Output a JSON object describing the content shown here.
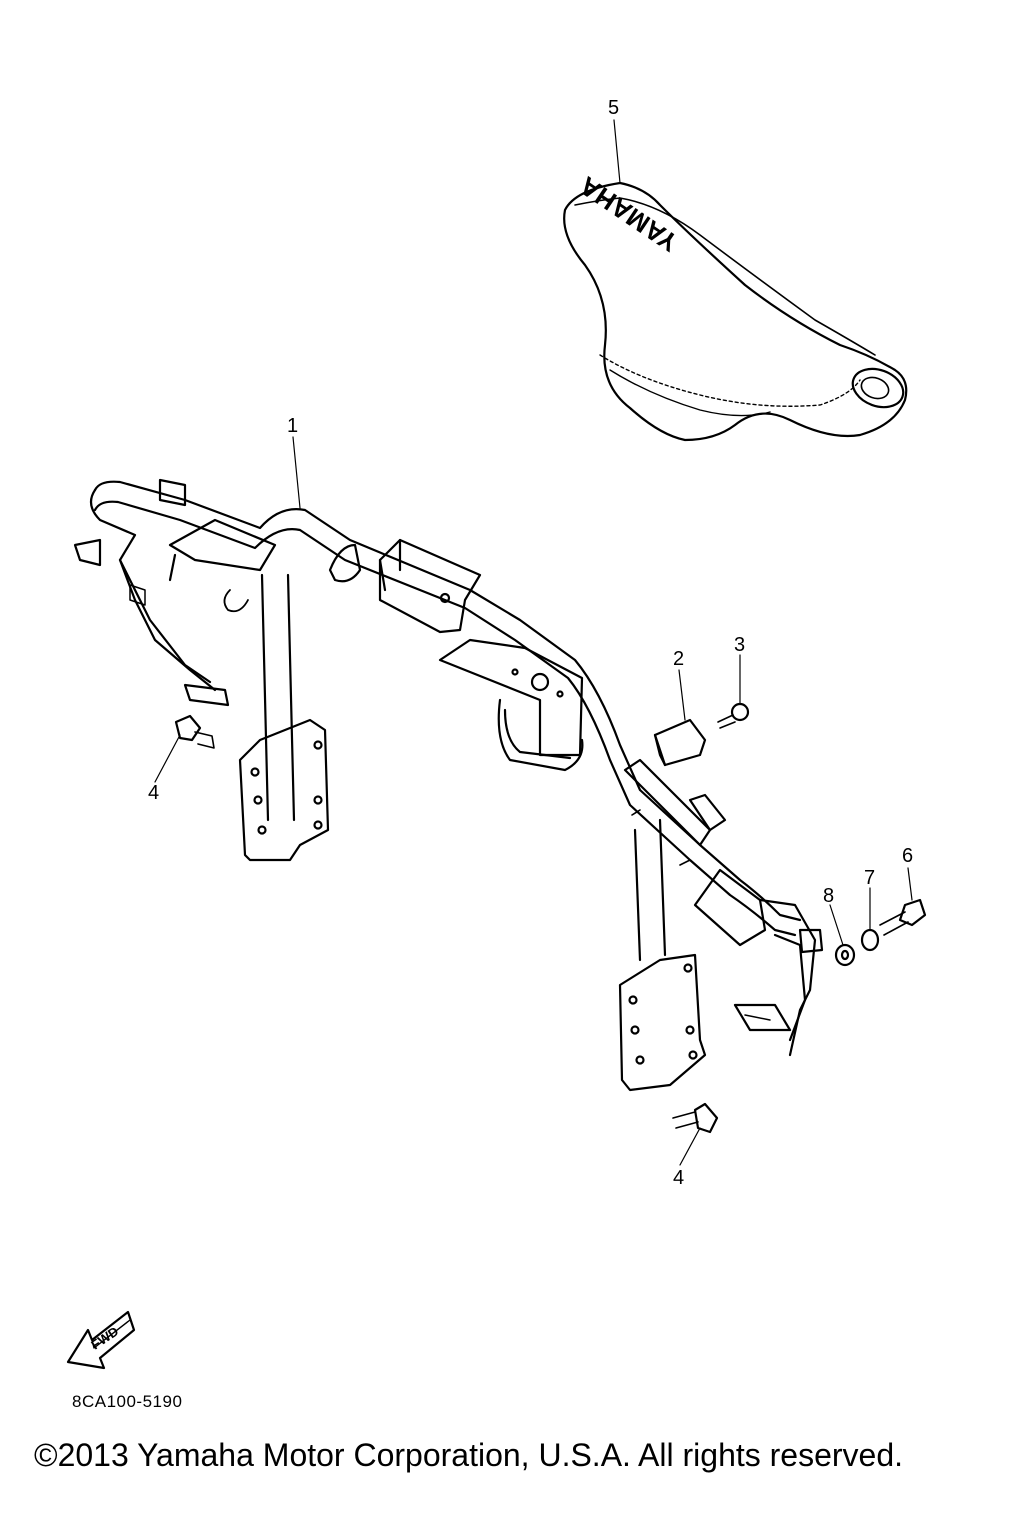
{
  "callouts": {
    "c1": "1",
    "c2": "2",
    "c3": "3",
    "c4a": "4",
    "c4b": "4",
    "c5": "5",
    "c6": "6",
    "c7": "7",
    "c8": "8"
  },
  "seat_logo": "YAMAHA",
  "fwd_label": "FWD",
  "drawing_code": "8CA100-5190",
  "copyright": "©2013 Yamaha Motor Corporation, U.S.A. All rights reserved."
}
